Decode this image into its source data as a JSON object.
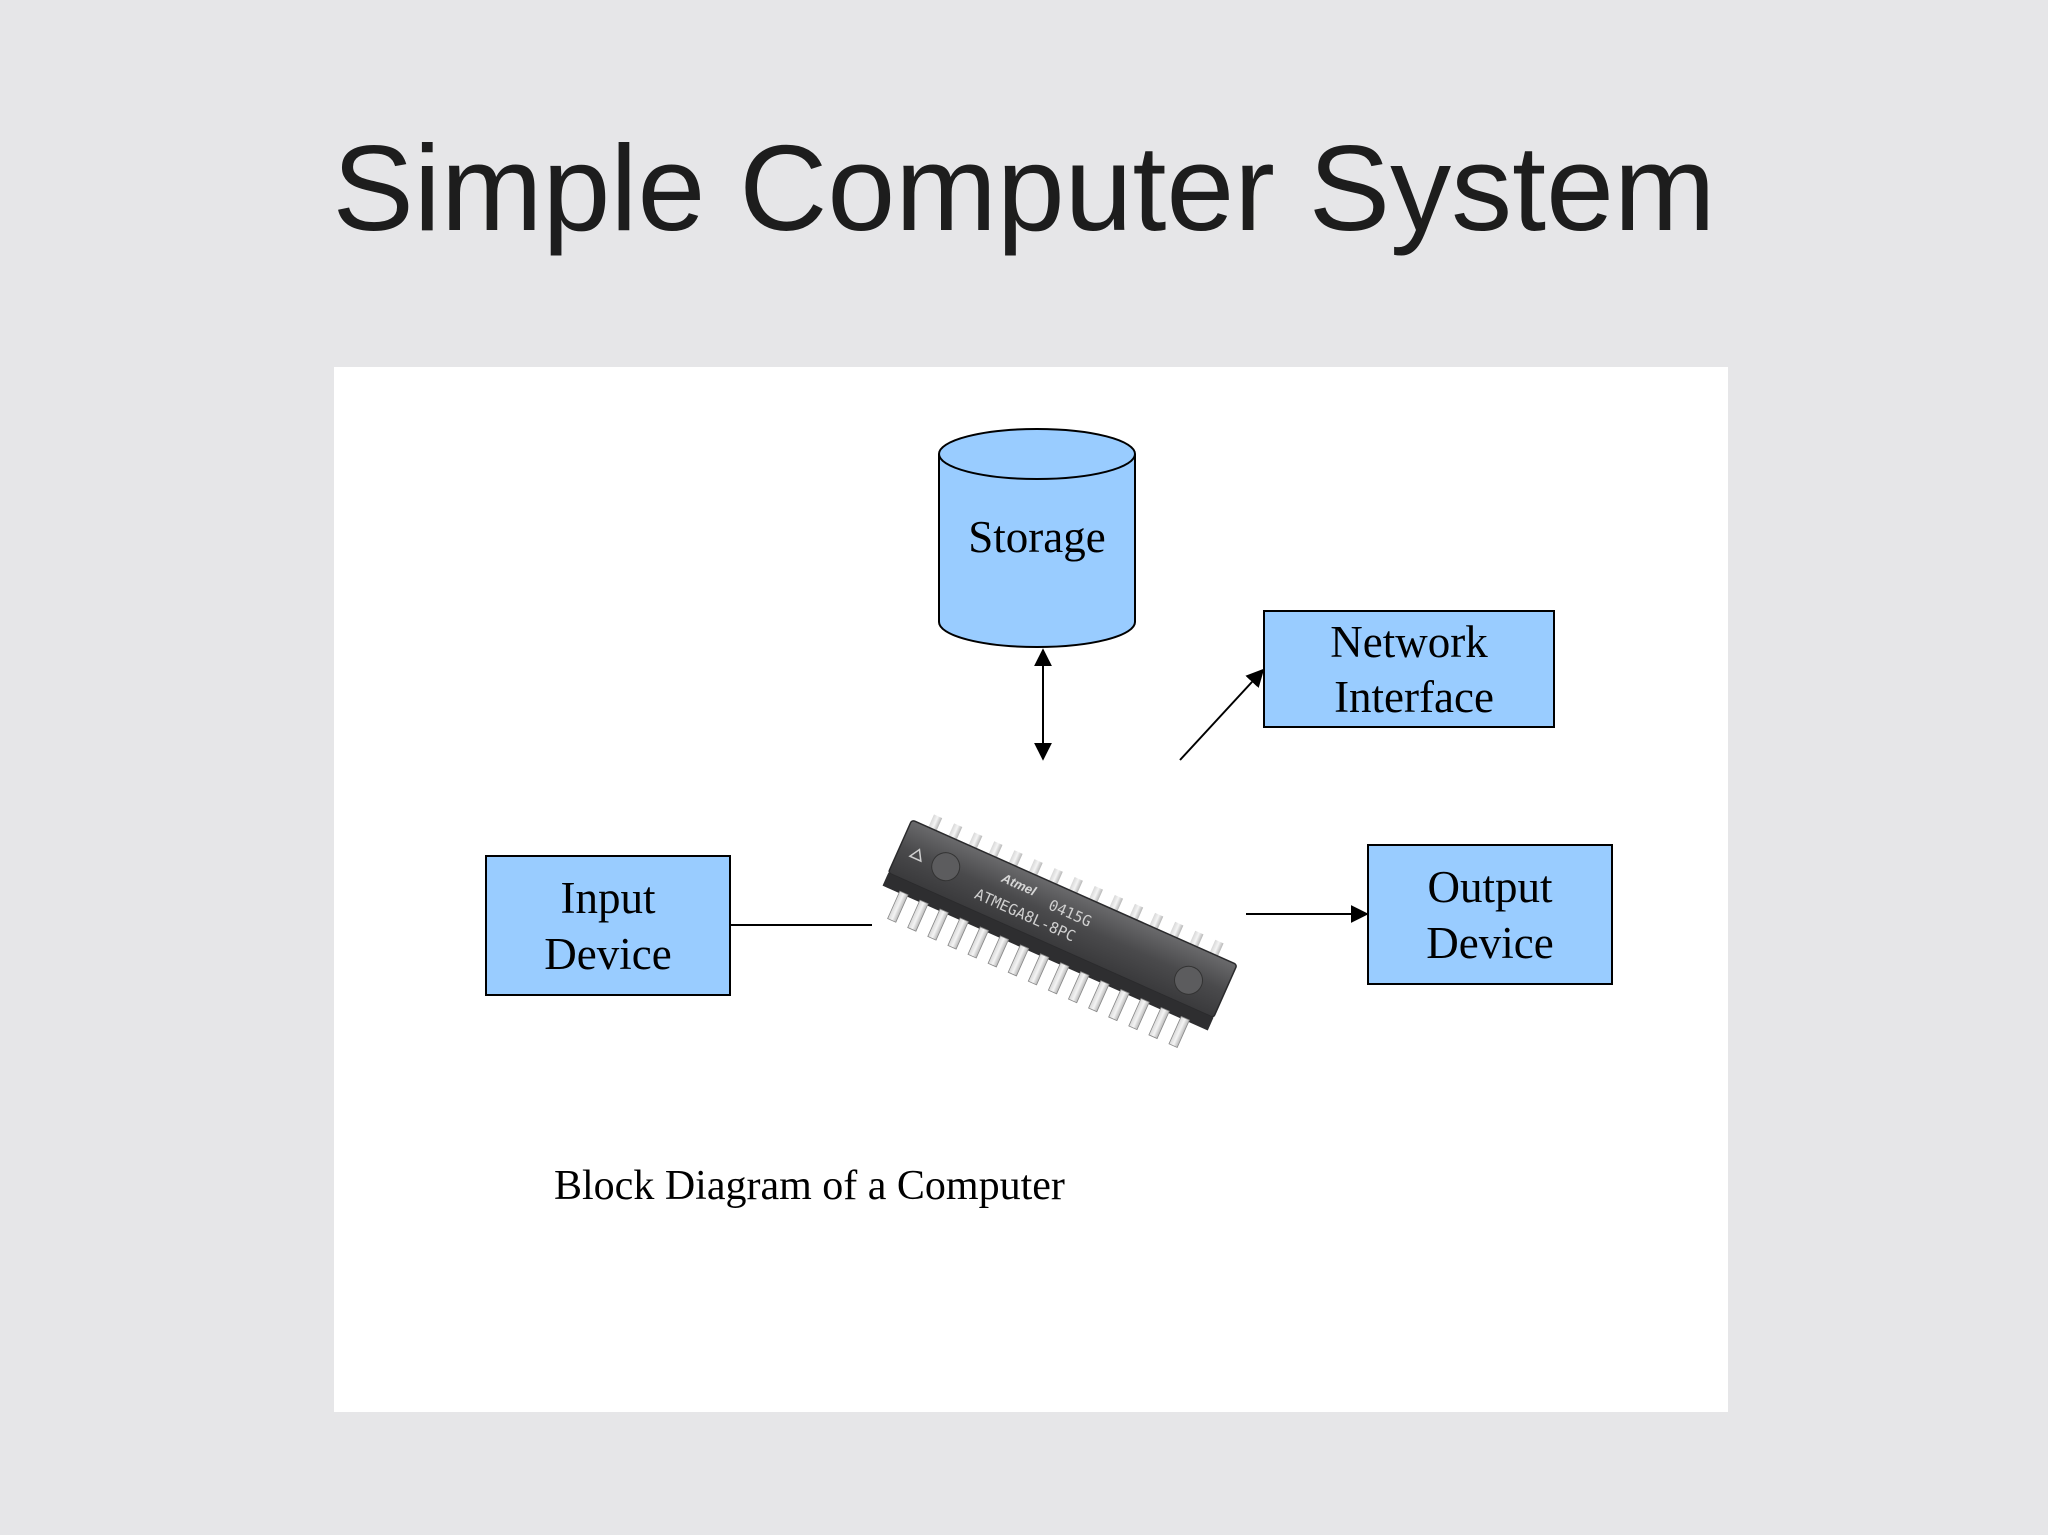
{
  "title": "Simple Computer System",
  "diagram": {
    "storage_label": "Storage",
    "network_label_line1": "Network",
    "network_label_line2": "Interface",
    "input_label_line1": "Input",
    "input_label_line2": "Device",
    "output_label_line1": "Output",
    "output_label_line2": "Device",
    "chip_text_line1": "0415G",
    "chip_text_line2": "ATMEGA8L-8PC",
    "chip_logo": "Atmel",
    "caption": "Block Diagram of a Computer"
  },
  "colors": {
    "block_fill": "#99ccff",
    "background": "#e6e6e8",
    "panel": "#ffffff",
    "chip_body": "#4a4a4c"
  }
}
